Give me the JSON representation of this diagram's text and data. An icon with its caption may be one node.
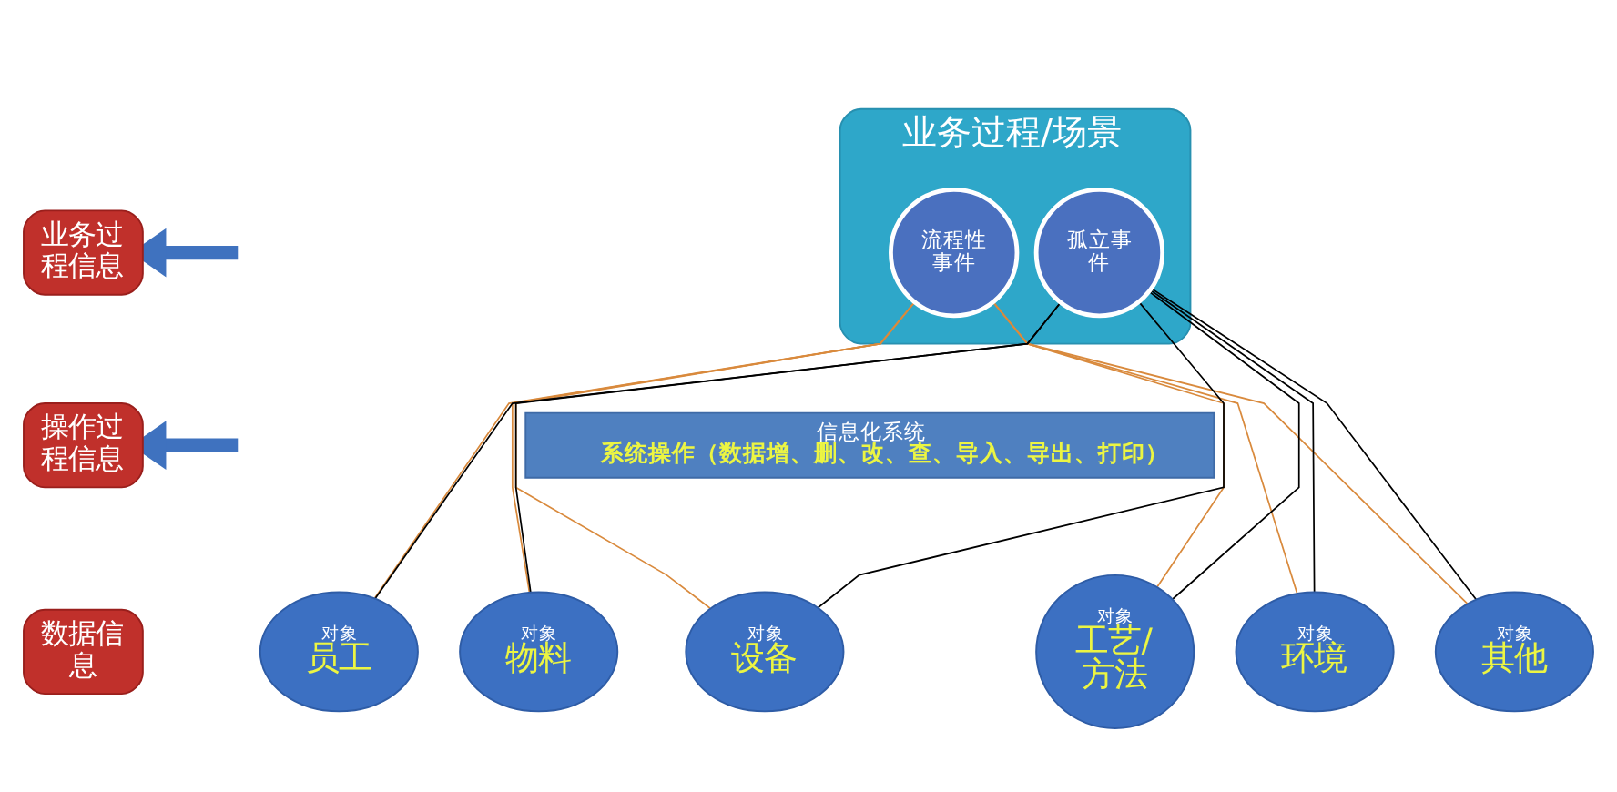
{
  "diagram": {
    "nodes": [
      {
        "text": [
          "业务过程信息"
        ]
      },
      {
        "text": [
          "业务过程/场景"
        ]
      },
      {
        "text": [
          "流程性事件"
        ],
        "in": 1
      },
      {
        "text": [
          "孤立事件"
        ],
        "in": 1
      },
      {
        "text": [
          "操作过程信息"
        ]
      },
      {
        "text": [
          "信息化系统",
          "系统操作（数据增、删、改、查、导入、导出、打印）"
        ]
      },
      {
        "text": [
          "数据信息"
        ]
      },
      {
        "text": [
          "对象",
          "员工"
        ]
      },
      {
        "text": [
          "对象",
          "物料"
        ]
      },
      {
        "text": [
          "对象",
          "设备"
        ]
      },
      {
        "text": [
          "对象",
          "工艺/方法"
        ]
      },
      {
        "text": [
          "对象",
          "环境"
        ]
      },
      {
        "text": [
          "对象",
          "其他"
        ]
      }
    ],
    "edges": [
      {
        "from": null,
        "to": 0,
        "arrow": "to",
        "style": "thick",
        "color": "#3f72bf"
      },
      {
        "from": null,
        "to": 4,
        "arrow": "to",
        "style": "thick",
        "color": "#3f72bf"
      },
      {
        "from": 2,
        "to": 7,
        "arrow": "none",
        "color": "#d98a3d"
      },
      {
        "from": 2,
        "to": 8,
        "arrow": "none",
        "color": "#d98a3d"
      },
      {
        "from": 2,
        "to": 9,
        "arrow": "none",
        "color": "#d98a3d"
      },
      {
        "from": 2,
        "to": 10,
        "arrow": "none",
        "color": "#d98a3d"
      },
      {
        "from": 2,
        "to": 11,
        "arrow": "none",
        "color": "#d98a3d"
      },
      {
        "from": 2,
        "to": 12,
        "arrow": "none",
        "color": "#d98a3d"
      },
      {
        "from": 3,
        "to": 7,
        "arrow": "none",
        "color": "#000000"
      },
      {
        "from": 3,
        "to": 8,
        "arrow": "none",
        "color": "#000000"
      },
      {
        "from": 3,
        "to": 9,
        "arrow": "none",
        "color": "#000000"
      },
      {
        "from": 3,
        "to": 10,
        "arrow": "none",
        "color": "#000000"
      },
      {
        "from": 3,
        "to": 11,
        "arrow": "none",
        "color": "#000000"
      },
      {
        "from": 3,
        "to": 12,
        "arrow": "none",
        "color": "#000000"
      }
    ]
  }
}
